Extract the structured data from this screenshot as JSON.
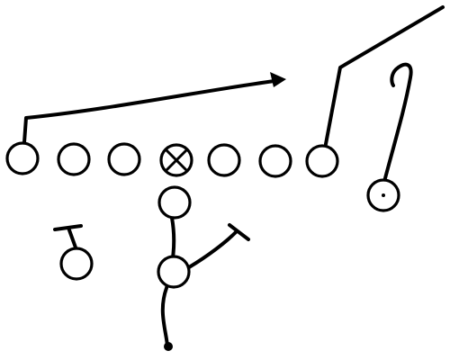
{
  "diagram": {
    "kind": "football-play",
    "colors": {
      "background": "#ffffff",
      "ink": "#000000"
    },
    "players": [
      {
        "id": "left-tackle",
        "role": "offensive-lineman",
        "marker": "circle"
      },
      {
        "id": "left-guard-outer",
        "role": "offensive-lineman",
        "marker": "circle"
      },
      {
        "id": "left-guard",
        "role": "offensive-lineman",
        "marker": "circle"
      },
      {
        "id": "center",
        "role": "center",
        "marker": "circle-x"
      },
      {
        "id": "right-guard",
        "role": "offensive-lineman",
        "marker": "circle"
      },
      {
        "id": "right-tackle",
        "role": "offensive-lineman",
        "marker": "circle"
      },
      {
        "id": "tight-end",
        "role": "receiver",
        "marker": "circle"
      },
      {
        "id": "quarterback",
        "role": "quarterback",
        "marker": "circle"
      },
      {
        "id": "fullback",
        "role": "back",
        "marker": "circle"
      },
      {
        "id": "halfback-left",
        "role": "back",
        "marker": "circle"
      },
      {
        "id": "wide-receiver-right",
        "role": "receiver",
        "marker": "circle-dot"
      }
    ],
    "routes": [
      {
        "id": "left-tackle-route",
        "from": "left-tackle",
        "end": "arrow"
      },
      {
        "id": "tight-end-route",
        "from": "tight-end",
        "end": "none"
      },
      {
        "id": "receiver-hook-route",
        "from": "wide-receiver-right",
        "end": "none"
      },
      {
        "id": "halfback-block",
        "from": "halfback-left",
        "end": "block-bar"
      },
      {
        "id": "fullback-block",
        "from": "fullback",
        "end": "block-bar"
      },
      {
        "id": "quarterback-path",
        "from": "quarterback",
        "end": "dot"
      }
    ]
  }
}
